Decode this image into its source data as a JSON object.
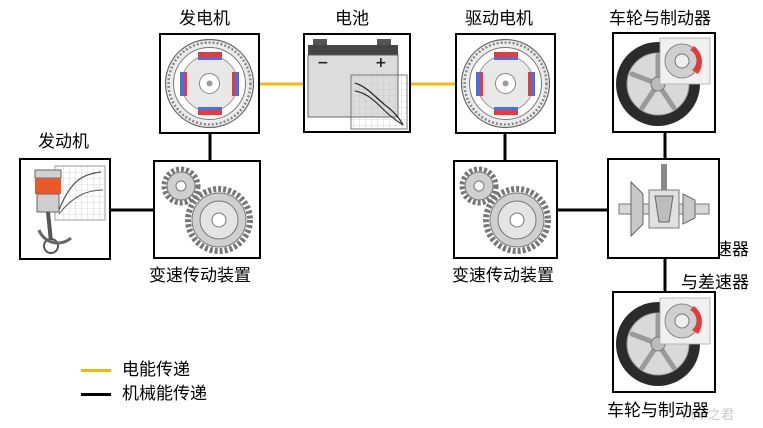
{
  "labels": {
    "generator": "发电机",
    "battery": "电池",
    "drive_motor": "驱动电机",
    "wheel_brake_top": "车轮与制动器",
    "engine": "发动机",
    "transmission_left": "变速传动装置",
    "transmission_right": "变速传动装置",
    "final_drive_line1": "主减速器",
    "final_drive_line2": "与差速器",
    "wheel_brake_bottom": "车轮与制动器"
  },
  "legend": {
    "electric": "电能传递",
    "mechanical": "机械能传递"
  },
  "watermark": "汽车之君",
  "colors": {
    "electric_line": "#f5b800",
    "mechanical_line": "#000000",
    "magnet_red": "#e83a3a",
    "magnet_blue": "#4a6fe0"
  }
}
